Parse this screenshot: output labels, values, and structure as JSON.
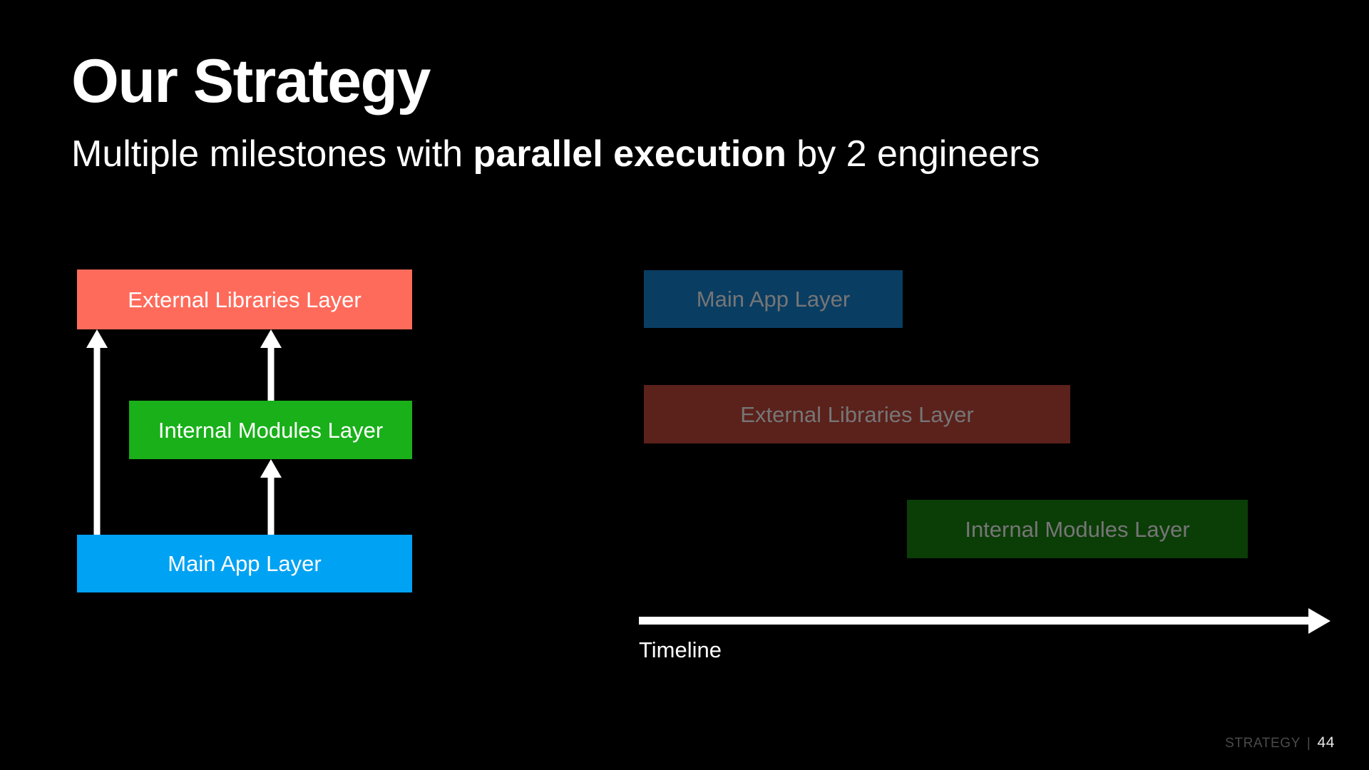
{
  "slide": {
    "title": "Our Strategy",
    "subtitle": {
      "before": "Multiple milestones with ",
      "emphasis": "parallel execution",
      "after": " by 2 engineers"
    },
    "background_color": "#000000"
  },
  "left_diagram": {
    "name": "layer-dependency-stack",
    "boxes": [
      {
        "id": "external-libraries",
        "label": "External Libraries Layer",
        "color": "#ff6b5b",
        "text_color": "#ffffff",
        "level": "top"
      },
      {
        "id": "internal-modules",
        "label": "Internal Modules Layer",
        "color": "#19b01a",
        "text_color": "#ffffff",
        "level": "middle"
      },
      {
        "id": "main-app",
        "label": "Main App Layer",
        "color": "#00a2f3",
        "text_color": "#ffffff",
        "level": "bottom"
      }
    ],
    "arrows": [
      {
        "from": "main-app",
        "to": "external-libraries",
        "direction": "up",
        "color": "#ffffff"
      },
      {
        "from": "internal-modules",
        "to": "external-libraries",
        "direction": "up",
        "color": "#ffffff"
      },
      {
        "from": "main-app",
        "to": "internal-modules",
        "direction": "up",
        "color": "#ffffff"
      }
    ]
  },
  "right_diagram": {
    "name": "parallel-execution-timeline",
    "blocks": [
      {
        "id": "tl-main-app",
        "label": "Main App Layer",
        "color": "#0a3d62",
        "text_color": "#767676",
        "track": 1
      },
      {
        "id": "tl-external-libraries",
        "label": "External Libraries Layer",
        "color": "#5b211b",
        "text_color": "#767676",
        "track": 2
      },
      {
        "id": "tl-internal-modules",
        "label": "Internal Modules Layer",
        "color": "#0b3d07",
        "text_color": "#767676",
        "track": 3
      }
    ],
    "axis": {
      "label": "Timeline",
      "color": "#ffffff",
      "arrow_direction": "right"
    }
  },
  "footer": {
    "section": "STRATEGY",
    "separator": "|",
    "page": "44"
  }
}
